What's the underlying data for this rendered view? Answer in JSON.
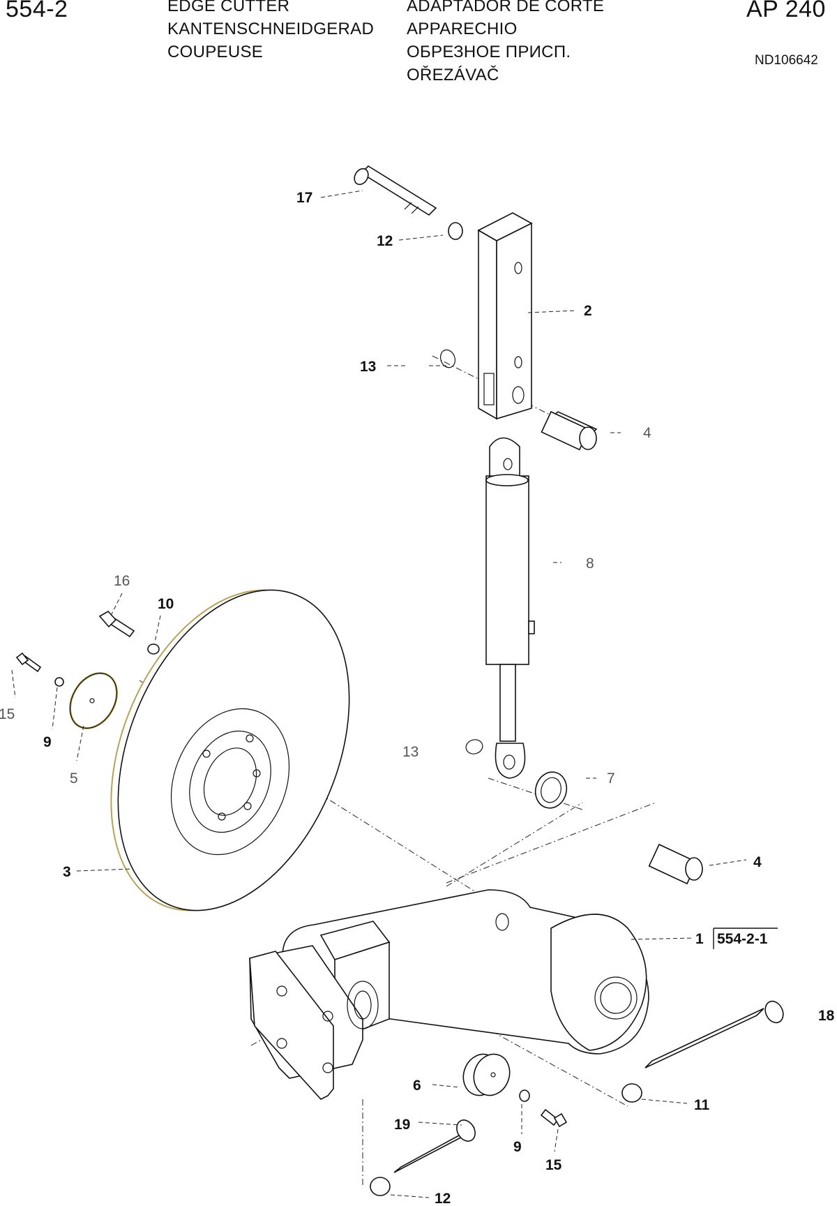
{
  "header": {
    "page_code": "554-2",
    "model": "AP 240",
    "doc_number": "ND106642",
    "titles_left": [
      "EDGE CUTTER",
      "KANTENSCHNEIDGERAD",
      "COUPEUSE"
    ],
    "titles_right": [
      "ADAPTADOR DE CORTE",
      "APPARECHIO",
      "ОБРЕЗНОЕ ПРИСП.",
      "OŘEZÁVAČ"
    ]
  },
  "callouts": {
    "c17": "17",
    "c12a": "12",
    "c2": "2",
    "c13a": "13",
    "c4a": "4",
    "c8": "8",
    "c16": "16",
    "c10": "10",
    "c15a": "15",
    "c9a": "9",
    "c5": "5",
    "c13b": "13",
    "c7": "7",
    "c3": "3",
    "c4b": "4",
    "c1": "1",
    "c18": "18",
    "c11": "11",
    "c6": "6",
    "c19": "19",
    "c9b": "9",
    "c15b": "15",
    "c12b": "12"
  },
  "subassembly_ref": "554-2-1"
}
